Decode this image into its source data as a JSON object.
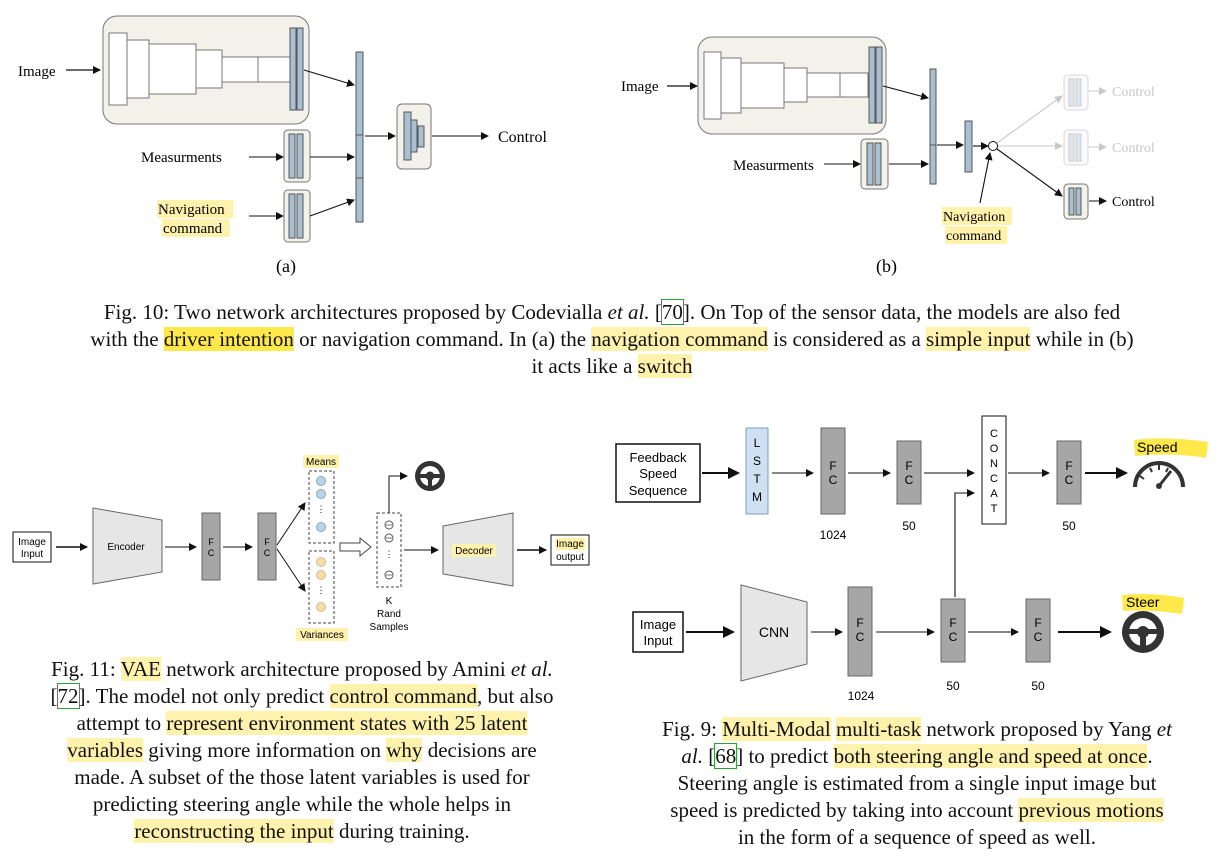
{
  "fig10": {
    "a": {
      "image_label": "Image",
      "meas_label": "Measurments",
      "nav_label_1": "Navigation",
      "nav_label_2": "command",
      "out_label": "Control",
      "sub_label": "(a)"
    },
    "b": {
      "image_label": "Image",
      "meas_label": "Measurments",
      "nav_label_1": "Navigation",
      "nav_label_2": "command",
      "out_1": "Control",
      "out_2": "Control",
      "out_3": "Control",
      "sub_label": "(b)"
    },
    "caption": {
      "l1_a": "Fig. 10: Two network architectures proposed by Codevialla ",
      "l1_etal": "et al.",
      "l1_b": " [",
      "l1_ref": "70",
      "l1_c": "]. On Top of the sensor data, the models are also fed",
      "l2_a": "with the ",
      "l2_h1": "driver intention",
      "l2_b": " or navigation command. In (a) the ",
      "l2_h2": "navigation command",
      "l2_c": " is considered as a ",
      "l2_h3": "simple input",
      "l2_d": " while in (b)",
      "l3_a": "it acts like a ",
      "l3_h1": "switch"
    }
  },
  "fig11": {
    "image_input_1": "Image",
    "image_input_2": "Input",
    "encoder": "Encoder",
    "fc_a_1": "F",
    "fc_a_2": "C",
    "fc_b_1": "F",
    "fc_b_2": "C",
    "means": "Means",
    "variances": "Variances",
    "k_1": "K",
    "k_2": "Rand",
    "k_3": "Samples",
    "decoder": "Decoder",
    "image_output_1": "Image",
    "image_output_2": "output",
    "caption": {
      "l1_a": "Fig. 11: ",
      "l1_h1": "VAE",
      "l1_b": " network architecture proposed by Amini ",
      "l1_etal": "et al.",
      "l2_a": "[",
      "l2_ref": "72",
      "l2_b": "]. The model not only predict ",
      "l2_h1": "control command",
      "l2_c": ", but also",
      "l3_a": "attempt to ",
      "l3_h1": "represent environment states with 25 latent",
      "l4_h1": "variables",
      "l4_a": " giving more information on ",
      "l4_h2": "why",
      "l4_b": " decisions are",
      "l5": "made. A subset of the those latent variables is used for",
      "l6": "predicting steering angle while the whole helps in",
      "l7_h1": "reconstructing the input",
      "l7_a": " during training."
    }
  },
  "fig9": {
    "fb_1": "Feedback",
    "fb_2": "Speed",
    "fb_3": "Sequence",
    "lstm": [
      "L",
      "S",
      "T",
      "M"
    ],
    "fc1_1": "F",
    "fc1_2": "C",
    "fc1_size": "1024",
    "fc2_1": "F",
    "fc2_2": "C",
    "fc2_size": "50",
    "concat": [
      "C",
      "O",
      "N",
      "C",
      "A",
      "T"
    ],
    "fc3_1": "F",
    "fc3_2": "C",
    "fc3_size": "50",
    "speed_label": "Speed",
    "img_1": "Image",
    "img_2": "Input",
    "cnn": "CNN",
    "fc4_1": "F",
    "fc4_2": "C",
    "fc4_size": "1024",
    "fc5_1": "F",
    "fc5_2": "C",
    "fc5_size": "50",
    "fc6_1": "F",
    "fc6_2": "C",
    "fc6_size": "50",
    "steer_label": "Steer",
    "caption": {
      "l1_a": "Fig. 9: ",
      "l1_h1": "Multi-Modal",
      "l1_sp": " ",
      "l1_h2": "multi-task",
      "l1_b": " network proposed by Yang ",
      "l1_etal": "et",
      "l2_etal": "al.",
      "l2_a": " [",
      "l2_ref": "68",
      "l2_b": "] to predict ",
      "l2_h1": "both steering angle and speed at once",
      "l2_c": ".",
      "l3": "Steering angle is estimated from a single input image but",
      "l4_a": "speed is predicted by taking into account ",
      "l4_h1": "previous motions",
      "l5": "in the form of a sequence of speed as well."
    }
  }
}
